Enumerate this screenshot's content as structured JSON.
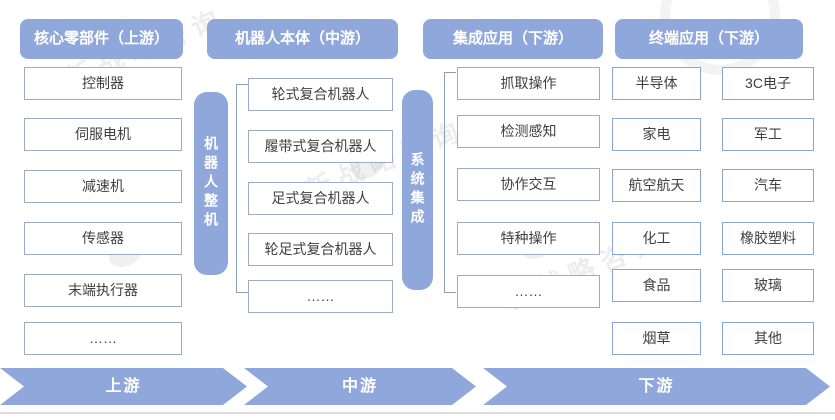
{
  "diagram": {
    "columns": [
      {
        "id": "core-components",
        "header": "核心零部件（上游）",
        "items": [
          "控制器",
          "伺服电机",
          "减速机",
          "传感器",
          "末端执行器",
          "……"
        ]
      },
      {
        "id": "robot-body",
        "header": "机器人本体（中游）",
        "side_label": "机器人整机",
        "items": [
          "轮式复合机器人",
          "履带式复合机器人",
          "足式复合机器人",
          "轮足式复合机器人",
          "……"
        ]
      },
      {
        "id": "integrated-applications",
        "header": "集成应用（下游）",
        "side_label": "系统集成",
        "items": [
          "抓取操作",
          "检测感知",
          "协作交互",
          "特种操作",
          "……"
        ]
      },
      {
        "id": "end-applications",
        "header": "终端应用（下游）",
        "items_left": [
          "半导体",
          "家电",
          "航空航天",
          "化工",
          "食品",
          "烟草"
        ],
        "items_right": [
          "3C电子",
          "军工",
          "汽车",
          "橡胶塑料",
          "玻璃",
          "其他"
        ]
      }
    ],
    "stage_banners": [
      "上游",
      "中游",
      "下游"
    ],
    "watermark": {
      "text": "新战略咨询"
    },
    "colors": {
      "primary_blue": "#8FA7DB",
      "box_border_gray": "#9DABC6",
      "box_border_blue": "#8BA4D8",
      "bracket_line": "#8A9BBB",
      "text_dark": "#404040",
      "header_text": "#FFFFFF"
    }
  }
}
